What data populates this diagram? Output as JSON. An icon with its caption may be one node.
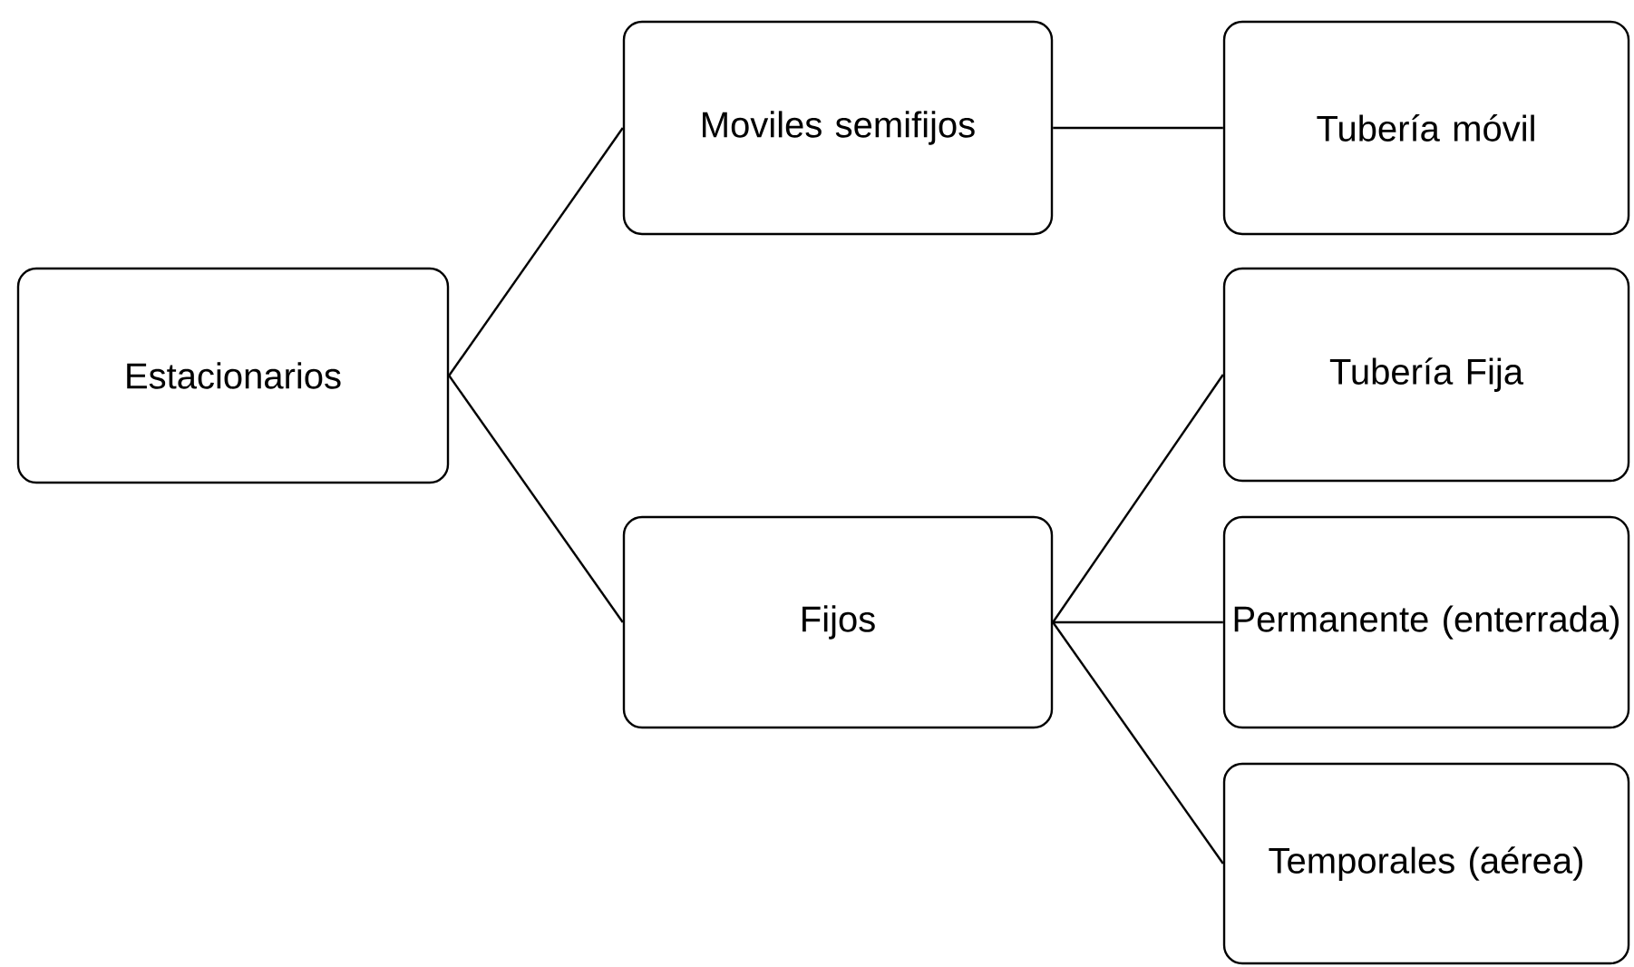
{
  "diagram": {
    "nodes": [
      {
        "text": [
          "Estacionarios"
        ]
      },
      {
        "text": [
          "Moviles semifijos"
        ]
      },
      {
        "text": [
          "Fijos"
        ]
      },
      {
        "text": [
          "Tubería móvil"
        ]
      },
      {
        "text": [
          "Tubería Fija"
        ]
      },
      {
        "text": [
          "Permanente (enterrada)"
        ]
      },
      {
        "text": [
          "Temporales (aérea)"
        ]
      }
    ],
    "edges": [
      {
        "from": 0,
        "to": 1,
        "arrow": "none"
      },
      {
        "from": 0,
        "to": 2,
        "arrow": "none"
      },
      {
        "from": 1,
        "to": 3,
        "arrow": "none"
      },
      {
        "from": 2,
        "to": 4,
        "arrow": "none"
      },
      {
        "from": 2,
        "to": 5,
        "arrow": "none"
      },
      {
        "from": 2,
        "to": 6,
        "arrow": "none"
      }
    ]
  }
}
